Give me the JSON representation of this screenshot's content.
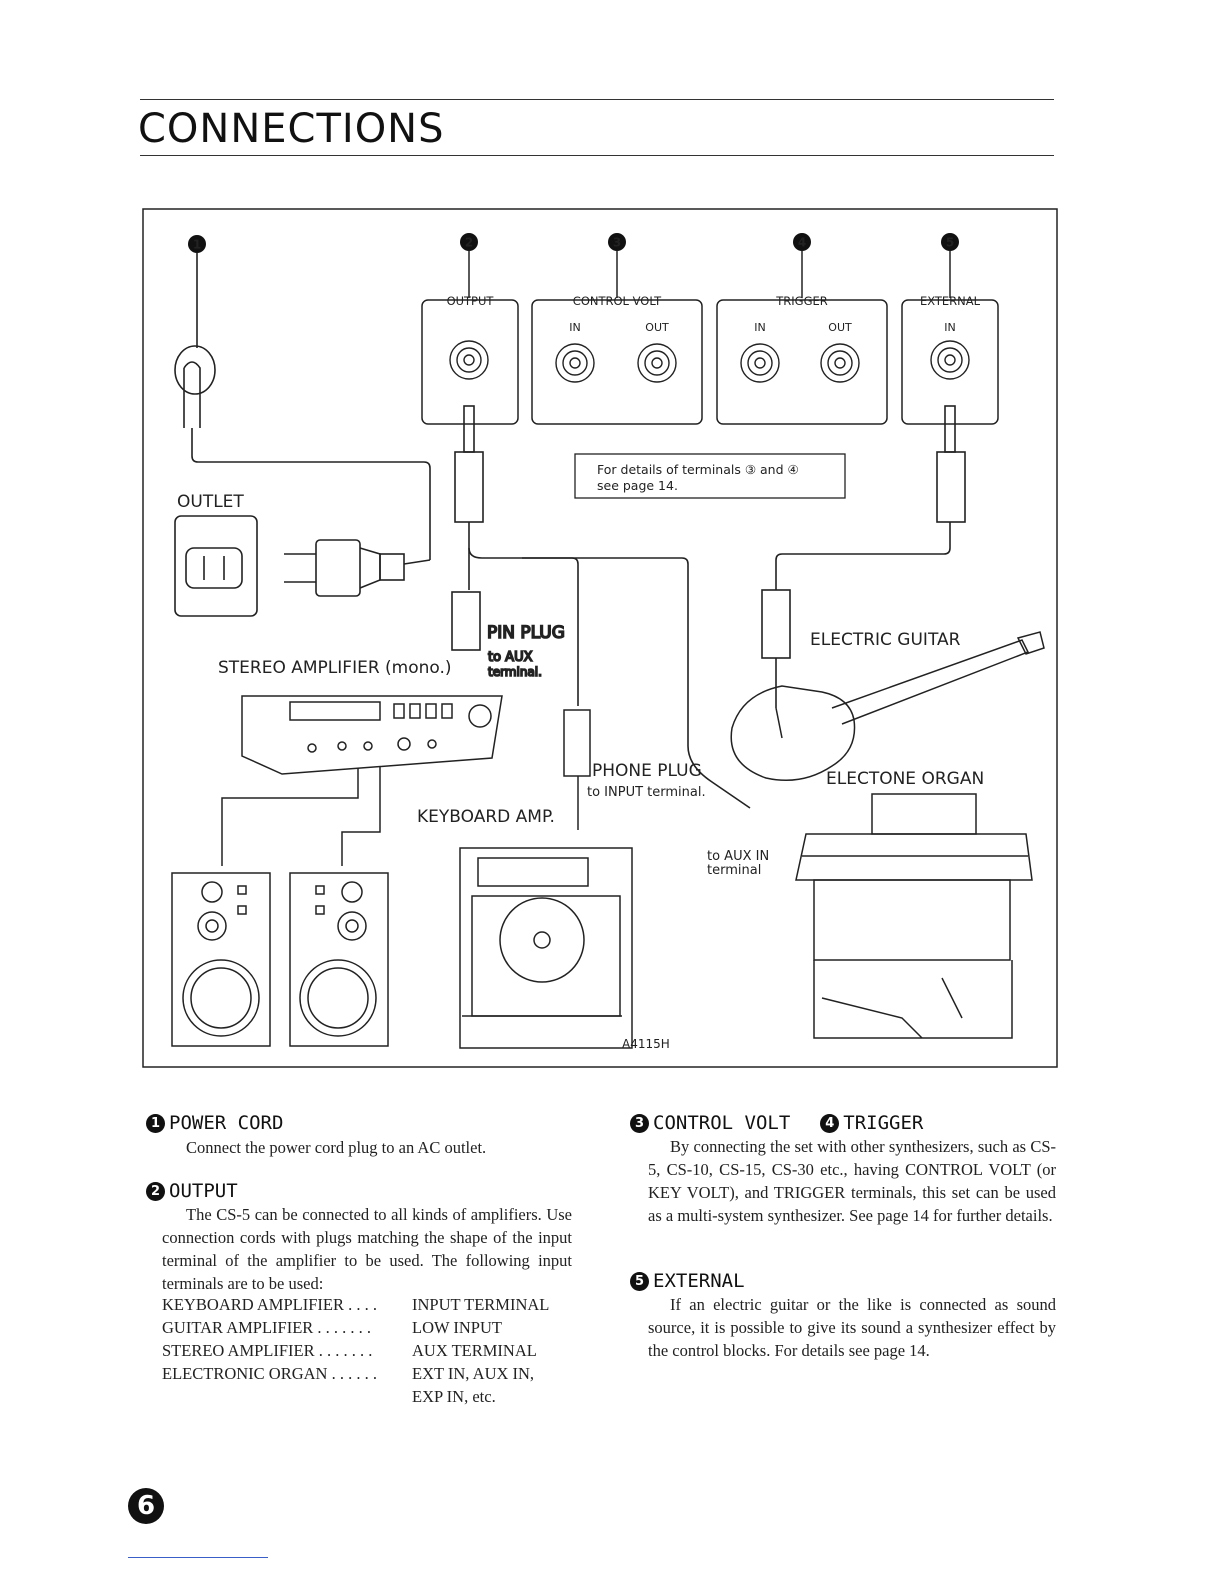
{
  "page": {
    "title": "CONNECTIONS",
    "page_number": "6"
  },
  "diagram": {
    "callouts": [
      "1",
      "2",
      "3",
      "4",
      "5"
    ],
    "panels": {
      "output": "OUTPUT",
      "control_volt": "CONTROL VOLT",
      "trigger": "TRIGGER",
      "external": "EXTERNAL",
      "in": "IN",
      "out": "OUT"
    },
    "note_line1": "For details of terminals ③ and ④",
    "note_line2": "see page 14.",
    "labels": {
      "outlet": "OUTLET",
      "pin_plug": "PIN PLUG",
      "to_aux": "to AUX",
      "terminal_dot": "terminal.",
      "stereo_amp": "STEREO AMPLIFIER (mono.)",
      "phone_plug": "PHONE PLUG",
      "to_input": "to INPUT terminal.",
      "keyboard_amp": "KEYBOARD AMP.",
      "electric_guitar": "ELECTRIC GUITAR",
      "electone_organ": "ELECTONE ORGAN",
      "to_aux_in": "to AUX IN",
      "terminal": "terminal",
      "figure_code": "A4115H"
    }
  },
  "sections": {
    "power_cord": {
      "num": "1",
      "heading": "POWER CORD",
      "body": "Connect the power cord plug to an AC outlet."
    },
    "output": {
      "num": "2",
      "heading": "OUTPUT",
      "body": "The CS-5 can be connected to all kinds of amplifiers. Use connection cords with plugs matching the shape of the input terminal of the amplifier to be used. The following input terminals are to be used:",
      "rows": [
        {
          "left": "KEYBOARD AMPLIFIER . . . .",
          "right": "INPUT TERMINAL"
        },
        {
          "left": "GUITAR AMPLIFIER . . . . . . .",
          "right": "LOW INPUT"
        },
        {
          "left": "STEREO AMPLIFIER . . . . . . .",
          "right": "AUX TERMINAL"
        },
        {
          "left": "ELECTRONIC ORGAN . . . . . .",
          "right": "EXT IN, AUX IN,"
        },
        {
          "left": "",
          "right": "EXP IN, etc."
        }
      ]
    },
    "control_trigger": {
      "num_a": "3",
      "heading_a": "CONTROL VOLT",
      "num_b": "4",
      "heading_b": "TRIGGER",
      "body": "By connecting the set with other synthesizers, such as CS-5, CS-10, CS-15, CS-30 etc., having CONTROL VOLT (or KEY VOLT), and TRIGGER terminals, this set can be used as a multi-system synthesizer. See page 14 for further details."
    },
    "external": {
      "num": "5",
      "heading": "EXTERNAL",
      "body": "If an electric guitar or the like is connected as sound source, it is possible to give its sound a synthesizer effect by the control blocks. For details see page 14."
    }
  }
}
